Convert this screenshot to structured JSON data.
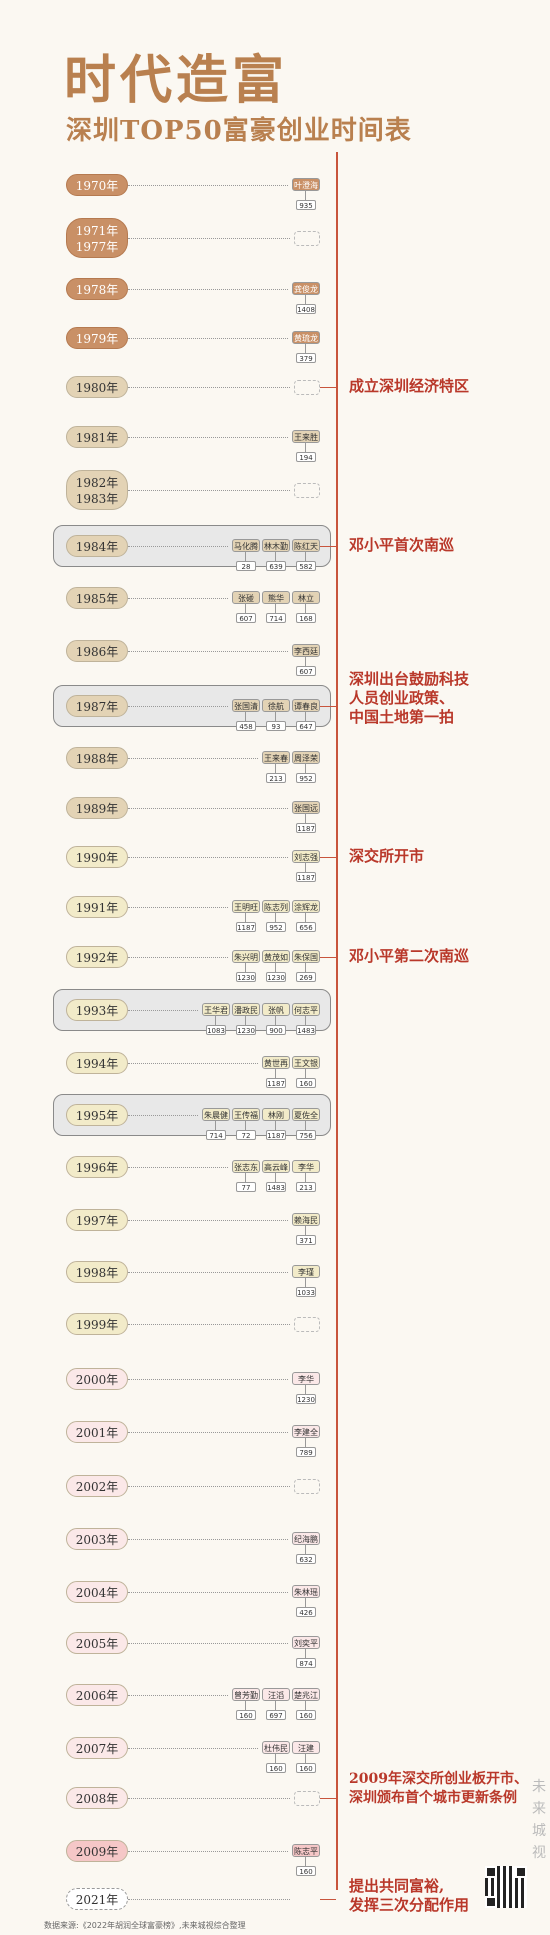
{
  "header": {
    "title": "时代造富",
    "subtitle": "深圳TOP50富豪创业时间表"
  },
  "timeline": [
    {
      "year": "1970年",
      "fill": "#c99066",
      "color": "#fff",
      "people": [
        {
          "name": "叶澄海",
          "num": "935"
        }
      ]
    },
    {
      "year": "1971年\n1977年",
      "fill": "#c99066",
      "color": "#fff",
      "people": []
    },
    {
      "year": "1978年",
      "fill": "#c99066",
      "color": "#fff",
      "people": [
        {
          "name": "龚俊龙",
          "num": "1408"
        }
      ]
    },
    {
      "year": "1979年",
      "fill": "#c99066",
      "color": "#fff",
      "people": [
        {
          "name": "黄琉龙",
          "num": "379"
        }
      ]
    },
    {
      "year": "1980年",
      "fill": "#e3d3b5",
      "color": "#333",
      "people": []
    },
    {
      "year": "1981年",
      "fill": "#e3d3b5",
      "color": "#333",
      "people": [
        {
          "name": "王来胜",
          "num": "194"
        }
      ]
    },
    {
      "year": "1982年\n1983年",
      "fill": "#e3d3b5",
      "color": "#333",
      "people": []
    },
    {
      "year": "1984年",
      "fill": "#e3d3b5",
      "color": "#333",
      "people": [
        {
          "name": "马化腾",
          "num": "28"
        },
        {
          "name": "林木勤",
          "num": "639"
        },
        {
          "name": "陈红天",
          "num": "582"
        }
      ]
    },
    {
      "year": "1985年",
      "fill": "#e3d3b5",
      "color": "#333",
      "people": [
        {
          "name": "张碰",
          "num": "607"
        },
        {
          "name": "熊华",
          "num": "714"
        },
        {
          "name": "林立",
          "num": "168"
        }
      ]
    },
    {
      "year": "1986年",
      "fill": "#e3d3b5",
      "color": "#333",
      "people": [
        {
          "name": "李西廷",
          "num": "607"
        }
      ]
    },
    {
      "year": "1987年",
      "fill": "#e3d3b5",
      "color": "#333",
      "people": [
        {
          "name": "张国清",
          "num": "458"
        },
        {
          "name": "徐航",
          "num": "93"
        },
        {
          "name": "谭春良",
          "num": "647"
        }
      ]
    },
    {
      "year": "1988年",
      "fill": "#e3d3b5",
      "color": "#333",
      "people": [
        {
          "name": "王来春",
          "num": "213"
        },
        {
          "name": "周泽荣",
          "num": "952"
        }
      ]
    },
    {
      "year": "1989年",
      "fill": "#e3d3b5",
      "color": "#333",
      "people": [
        {
          "name": "张国远",
          "num": "1187"
        }
      ]
    },
    {
      "year": "1990年",
      "fill": "#f2ebc9",
      "color": "#333",
      "people": [
        {
          "name": "刘志强",
          "num": "1187"
        }
      ]
    },
    {
      "year": "1991年",
      "fill": "#f2ebc9",
      "color": "#333",
      "people": [
        {
          "name": "王明旺",
          "num": "1187"
        },
        {
          "name": "陈志列",
          "num": "952"
        },
        {
          "name": "涂辉龙",
          "num": "656"
        }
      ]
    },
    {
      "year": "1992年",
      "fill": "#f2ebc9",
      "color": "#333",
      "people": [
        {
          "name": "朱兴明",
          "num": "1230"
        },
        {
          "name": "黄茂如",
          "num": "1230"
        },
        {
          "name": "朱保国",
          "num": "269"
        }
      ]
    },
    {
      "year": "1993年",
      "fill": "#f2ebc9",
      "color": "#333",
      "people": [
        {
          "name": "王华君",
          "num": "1083"
        },
        {
          "name": "潘政民",
          "num": "1230"
        },
        {
          "name": "张帆",
          "num": "900"
        },
        {
          "name": "何志平",
          "num": "1483"
        }
      ]
    },
    {
      "year": "1994年",
      "fill": "#f2ebc9",
      "color": "#333",
      "people": [
        {
          "name": "黄世再",
          "num": "1187"
        },
        {
          "name": "王文银",
          "num": "160"
        }
      ]
    },
    {
      "year": "1995年",
      "fill": "#f2ebc9",
      "color": "#333",
      "people": [
        {
          "name": "朱晨健",
          "num": "714"
        },
        {
          "name": "王传福",
          "num": "72"
        },
        {
          "name": "林刚",
          "num": "1187"
        },
        {
          "name": "夏佐全",
          "num": "756"
        }
      ]
    },
    {
      "year": "1996年",
      "fill": "#f2ebc9",
      "color": "#333",
      "people": [
        {
          "name": "张志东",
          "num": "77"
        },
        {
          "name": "高云峰",
          "num": "1483"
        },
        {
          "name": "李华",
          "num": "213"
        }
      ]
    },
    {
      "year": "1997年",
      "fill": "#f2ebc9",
      "color": "#333",
      "people": [
        {
          "name": "赖海民",
          "num": "371"
        }
      ]
    },
    {
      "year": "1998年",
      "fill": "#f2ebc9",
      "color": "#333",
      "people": [
        {
          "name": "李瑾",
          "num": "1033"
        }
      ]
    },
    {
      "year": "1999年",
      "fill": "#f2ebc9",
      "color": "#333",
      "people": []
    },
    {
      "year": "2000年",
      "fill": "#fbe8e8",
      "color": "#333",
      "people": [
        {
          "name": "李华",
          "num": "1230"
        }
      ]
    },
    {
      "year": "2001年",
      "fill": "#fbe8e8",
      "color": "#333",
      "people": [
        {
          "name": "李建全",
          "num": "789"
        }
      ]
    },
    {
      "year": "2002年",
      "fill": "#fbe8e8",
      "color": "#333",
      "people": []
    },
    {
      "year": "2003年",
      "fill": "#fbe8e8",
      "color": "#333",
      "people": [
        {
          "name": "纪海鹏",
          "num": "632"
        }
      ]
    },
    {
      "year": "2004年",
      "fill": "#fbe8e8",
      "color": "#333",
      "people": [
        {
          "name": "朱林瑶",
          "num": "426"
        }
      ]
    },
    {
      "year": "2005年",
      "fill": "#fbe8e8",
      "color": "#333",
      "people": [
        {
          "name": "刘奕平",
          "num": "874"
        }
      ]
    },
    {
      "year": "2006年",
      "fill": "#fbe8e8",
      "color": "#333",
      "people": [
        {
          "name": "曾芳勤",
          "num": "160"
        },
        {
          "name": "汪滔",
          "num": "697"
        },
        {
          "name": "楚兆江",
          "num": "160"
        }
      ]
    },
    {
      "year": "2007年",
      "fill": "#fbe8e8",
      "color": "#333",
      "people": [
        {
          "name": "杜伟民",
          "num": "160"
        },
        {
          "name": "汪建",
          "num": "160"
        }
      ]
    },
    {
      "year": "2008年",
      "fill": "#fbe8e8",
      "color": "#333",
      "people": []
    },
    {
      "year": "2009年",
      "fill": "#f5c7c7",
      "color": "#333",
      "people": [
        {
          "name": "陈志平",
          "num": "160"
        }
      ]
    },
    {
      "year": "2021年",
      "fill": "#ffffff",
      "color": "#333",
      "people": []
    }
  ],
  "events": [
    {
      "text": "成立深圳经济特区"
    },
    {
      "text": "邓小平首次南巡"
    },
    {
      "text": "深圳出台鼓励科技\n人员创业政策、\n中国土地第一拍"
    },
    {
      "text": "深交所开市"
    },
    {
      "text": "邓小平第二次南巡"
    },
    {
      "text": "2009年深交所创业板开市、\n深圳颁布首个城市更新条例"
    },
    {
      "text": "提出共同富裕,\n发挥三次分配作用"
    }
  ],
  "source": "数据来源:《2022年胡润全球富豪榜》,未来城视综合整理",
  "brand": "未\n来\n城\n视"
}
